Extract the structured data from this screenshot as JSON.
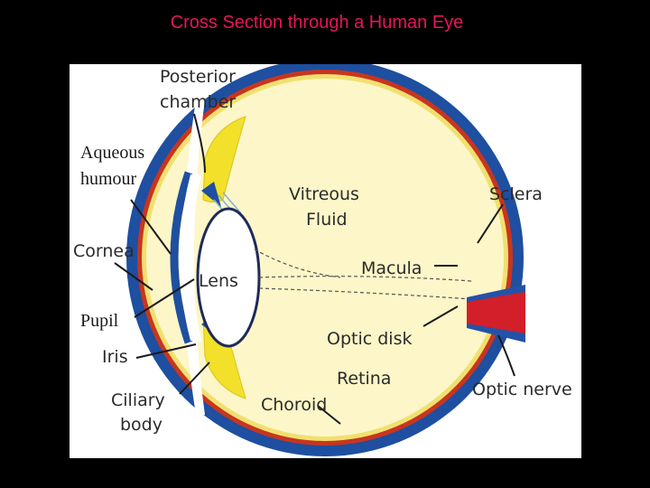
{
  "title": "Cross Section through a Human Eye",
  "labels": {
    "posterior_chamber": [
      "Posterior",
      "chamber"
    ],
    "aqueous_humour": [
      "Aqueous",
      "humour"
    ],
    "cornea": "Cornea",
    "pupil": "Pupil",
    "iris": "Iris",
    "ciliary_body": [
      "Ciliary",
      "body"
    ],
    "lens": "Lens",
    "vitreous_fluid": [
      "Vitreous",
      "Fluid"
    ],
    "sclera": "Sclera",
    "macula": "Macula",
    "optic_disk": "Optic disk",
    "retina": "Retina",
    "choroid": "Choroid",
    "optic_nerve": "Optic nerve"
  },
  "colors": {
    "background": "#000000",
    "title": "#e8155e",
    "sclera": "#1e4fa0",
    "choroid": "#c8351f",
    "retina": "#f0e070",
    "vitreous": "#fdf6c8",
    "ciliary": "#f2e02a",
    "optic_nerve_red": "#d21f2a",
    "optic_nerve_blue": "#2452a8"
  }
}
